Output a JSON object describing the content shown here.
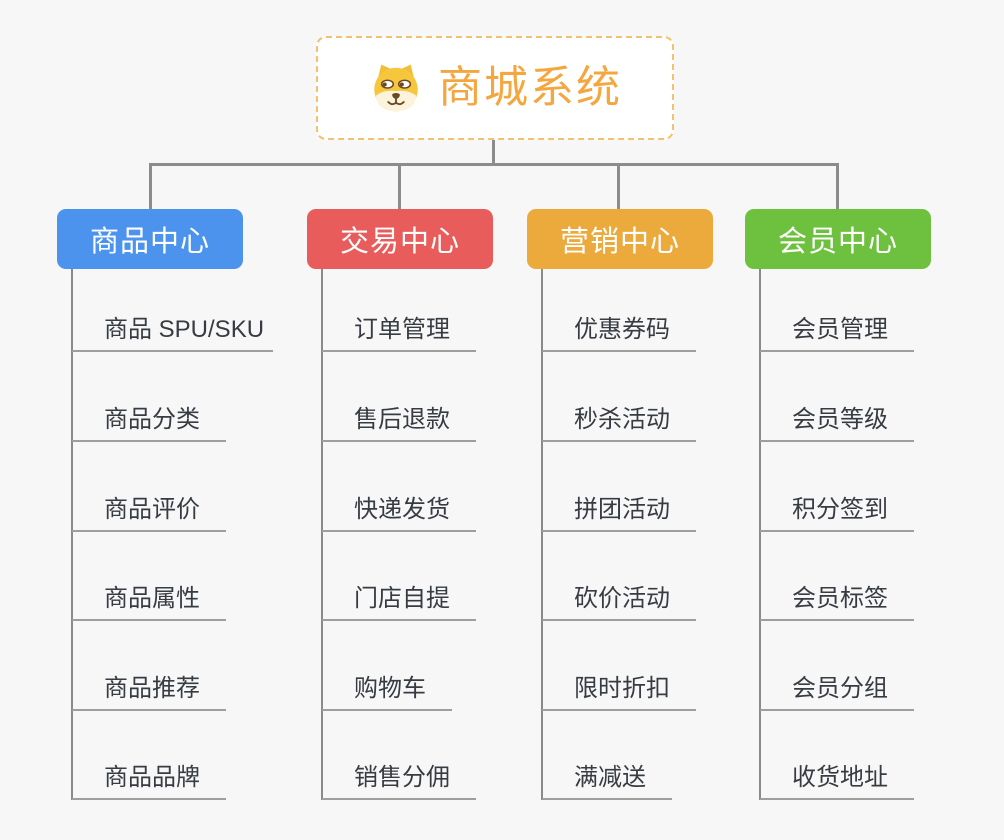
{
  "root": {
    "label": "商城系统",
    "text_color": "#f5a73f",
    "border_color": "#f3c170",
    "icon": "dog-face-icon"
  },
  "connector_color": "#8c8c8c",
  "underline_color": "#9e9e9e",
  "item_text_color": "#373c42",
  "branches": [
    {
      "id": "product-center",
      "label": "商品中心",
      "color": "#4b93ec",
      "items": [
        "商品 SPU/SKU",
        "商品分类",
        "商品评价",
        "商品属性",
        "商品推荐",
        "商品品牌"
      ]
    },
    {
      "id": "trade-center",
      "label": "交易中心",
      "color": "#e85c5b",
      "items": [
        "订单管理",
        "售后退款",
        "快递发货",
        "门店自提",
        "购物车",
        "销售分佣"
      ]
    },
    {
      "id": "marketing-center",
      "label": "营销中心",
      "color": "#ecaa3d",
      "items": [
        "优惠券码",
        "秒杀活动",
        "拼团活动",
        "砍价活动",
        "限时折扣",
        "满减送"
      ]
    },
    {
      "id": "member-center",
      "label": "会员中心",
      "color": "#6ec13f",
      "items": [
        "会员管理",
        "会员等级",
        "积分签到",
        "会员标签",
        "会员分组",
        "收货地址"
      ]
    }
  ]
}
